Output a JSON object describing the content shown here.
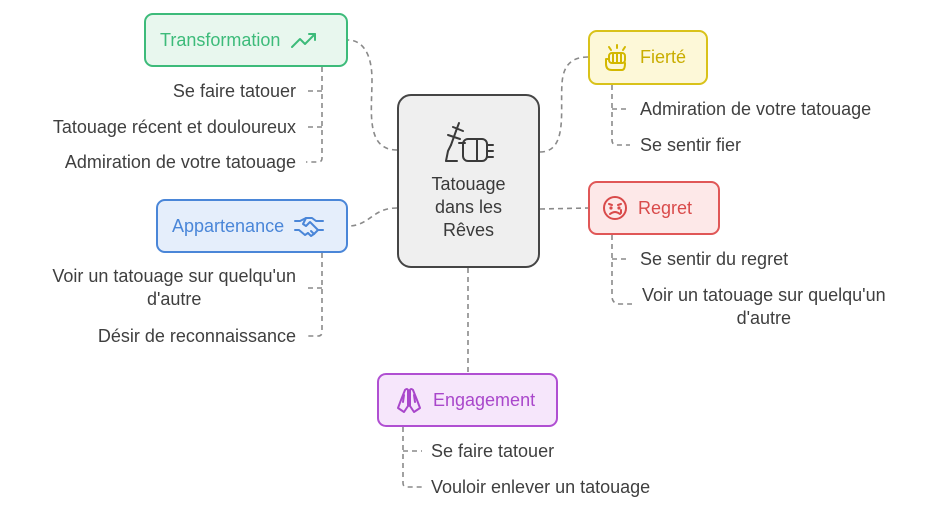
{
  "center": {
    "title": "Tatouage\ndans les\nRêves",
    "icon": "tattoo-machine-icon"
  },
  "branches": {
    "transformation": {
      "label": "Transformation",
      "icon": "trending-up-icon",
      "color": "#3dbb7a",
      "fill": "#e8f7ee",
      "items": [
        "Se faire tatouer",
        "Tatouage récent et douloureux",
        "Admiration de votre tatouage"
      ]
    },
    "appartenance": {
      "label": "Appartenance",
      "icon": "handshake-icon",
      "color": "#4a86d8",
      "fill": "#e5eefb",
      "items": [
        "Voir un tatouage sur quelqu'un\nd'autre",
        "Désir de reconnaissance"
      ]
    },
    "fierte": {
      "label": "Fierté",
      "icon": "raised-fist-icon",
      "color": "#d9c21a",
      "fill": "#fdf8d8",
      "items": [
        "Admiration de votre tatouage",
        "Se sentir fier"
      ]
    },
    "regret": {
      "label": "Regret",
      "icon": "sad-face-icon",
      "color": "#e05757",
      "fill": "#fde8e8",
      "items": [
        "Se sentir du regret",
        "Voir un tatouage sur quelqu'un\nd'autre"
      ]
    },
    "engagement": {
      "label": "Engagement",
      "icon": "praying-hands-icon",
      "color": "#b04fd2",
      "fill": "#f6e6fb",
      "items": [
        "Se faire tatouer",
        "Vouloir enlever un tatouage"
      ]
    }
  }
}
